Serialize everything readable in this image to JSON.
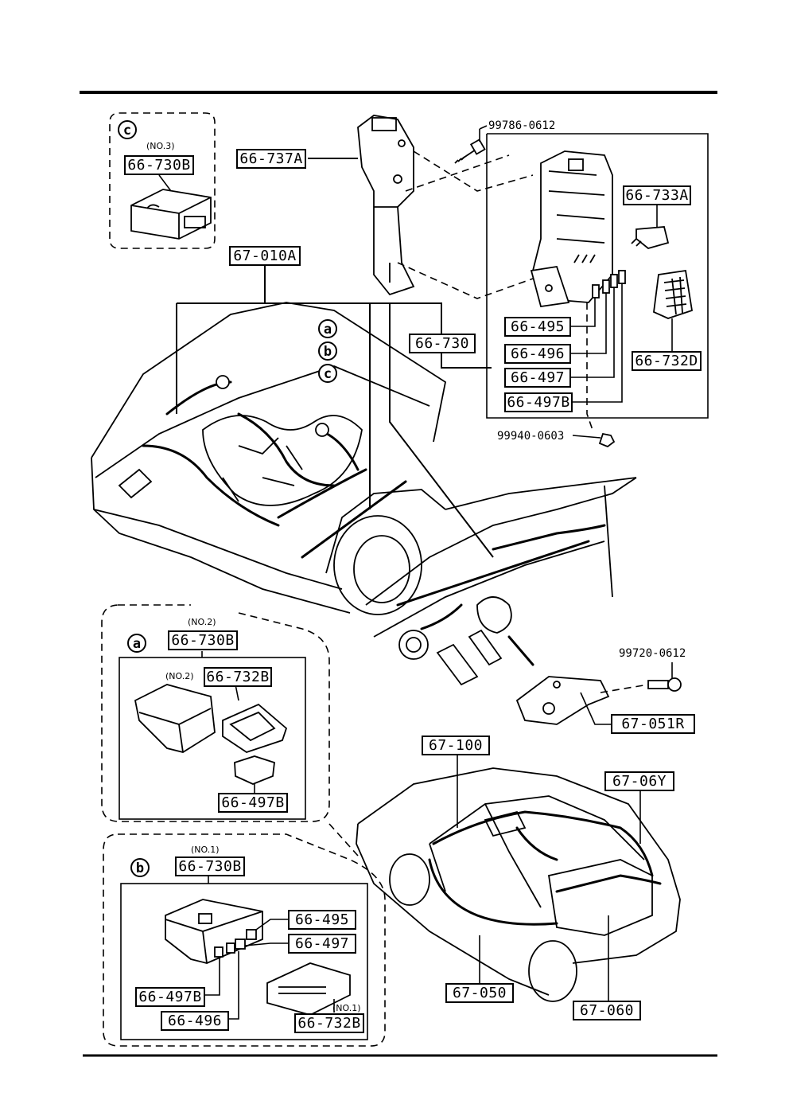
{
  "parts": {
    "p66_730B_c": "66-730B",
    "p66_737A": "66-737A",
    "p66_733A": "66-733A",
    "p67_010A": "67-010A",
    "p66_730": "66-730",
    "p66_495_top": "66-495",
    "p66_496_top": "66-496",
    "p66_497_top": "66-497",
    "p66_497B_top": "66-497B",
    "p66_732D": "66-732D",
    "p66_730B_a": "66-730B",
    "p66_732B_a": "66-732B",
    "p66_497B_a": "66-497B",
    "p67_051R": "67-051R",
    "p67_100": "67-100",
    "p67_06Y": "67-06Y",
    "p66_730B_b": "66-730B",
    "p66_495_b": "66-495",
    "p66_497_b": "66-497",
    "p66_497B_b": "66-497B",
    "p66_496_b": "66-496",
    "p66_732B_b": "66-732B",
    "p67_050": "67-050",
    "p67_060": "67-060"
  },
  "fasteners": {
    "f1": "99786-0612",
    "f2": "99940-0603",
    "f3": "99720-0612"
  },
  "notes": {
    "no3": "(NO.3)",
    "no2_a": "(NO.2)",
    "no2_a_inner": "(NO.2)",
    "no1_b": "(NO.1)",
    "no1_b_inner": "(NO.1)"
  },
  "callouts": {
    "a": "a",
    "b": "b",
    "c": "c"
  }
}
